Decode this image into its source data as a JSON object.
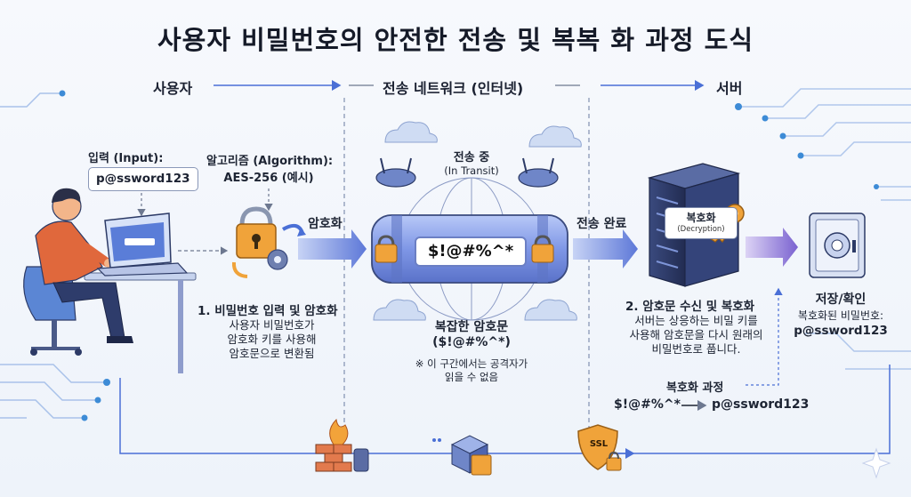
{
  "title": "사용자 비밀번호의 안전한 전송 및 복복 화 과정 도식",
  "headers": {
    "user": "사용자",
    "network": "전송 네트워크 (인터넷)",
    "server": "서버"
  },
  "input": {
    "label": "입력 (Input):",
    "value": "p@ssword123"
  },
  "algorithm": {
    "line1": "알고리즘 (Algorithm):",
    "line2": "AES-256 (예시)"
  },
  "encrypt_label": "암호화",
  "step1": {
    "title": "1. 비밀번호 입력 및 암호화",
    "desc": [
      "사용자 비밀번호가",
      "암호화 키를 사용해",
      "암호문으로 변환됨"
    ]
  },
  "transit": {
    "line1": "전송 중",
    "line2": "(In Transit)"
  },
  "ciphertext": "$!@#%^*",
  "complex_cipher": {
    "line1": "복잡한 암호문",
    "line2": "($!@#%^*)"
  },
  "note": {
    "line1": "※ 이 구간에서는 공격자가",
    "line2": "읽을 수 없음"
  },
  "transfer_done": "전송 완료",
  "decrypt_tag": {
    "ko": "복호화",
    "en": "(Decryption)"
  },
  "step2": {
    "title": "2. 암호문 수신 및 복호화",
    "desc": [
      "서버는 상응하는 비밀 키를",
      "사용해 암호문을 다시 원래의",
      "비밀번호로 풉니다."
    ]
  },
  "store": {
    "title": "저장/확인",
    "desc": "복호화된 비밀번호:",
    "value": "p@ssword123"
  },
  "decrypt_process": {
    "label": "복호화 과정",
    "from": "$!@#%^*",
    "to": "p@ssword123"
  },
  "bottom_icons": [
    "firewall-icon",
    "package-icon",
    "ssl-lock-icon"
  ],
  "ssl_text": "SSL",
  "colors": {
    "accent_blue": "#4a6fd6",
    "arrow_blue": "#5b7fe0",
    "pipe_blue": "#8ea6ee",
    "lock_orange": "#f0a33a",
    "server_dark": "#2c3a66",
    "circuit_blue": "#a9c2ea"
  }
}
